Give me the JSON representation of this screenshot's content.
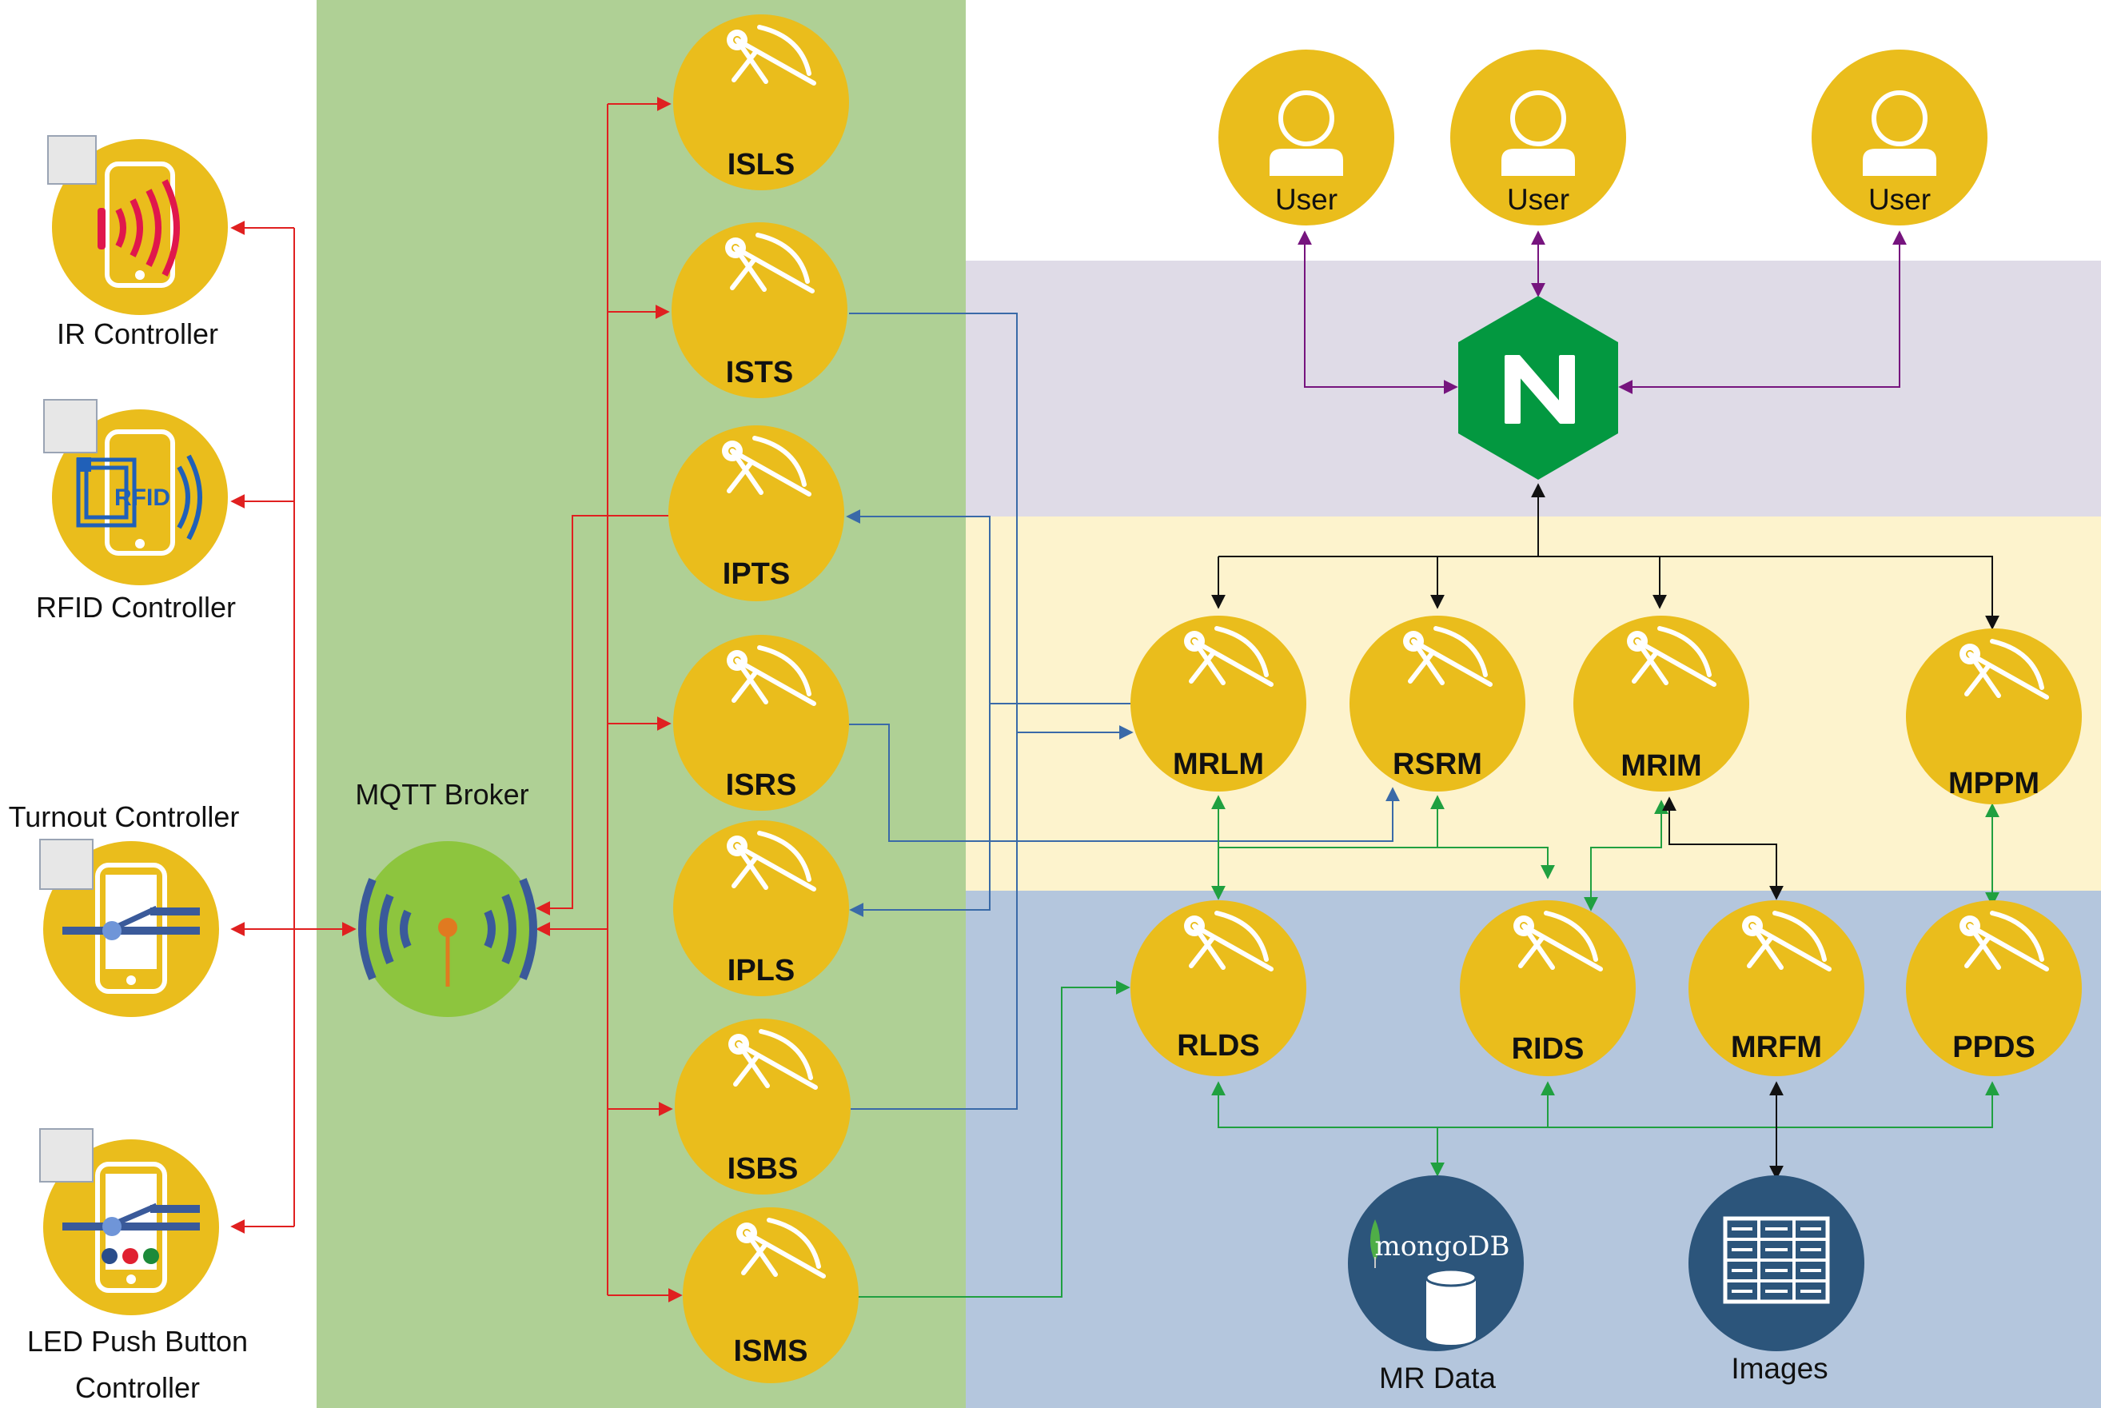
{
  "colors": {
    "green_zone": "#afd095",
    "gray_zone": "#dfdbe7",
    "yellow_zone": "#fdf3cd",
    "blue_zone": "#b4c6dd",
    "node": "#eabd1c",
    "nginx": "#039840",
    "db": "#2c557b",
    "mqtt": "#8dc53e",
    "red": "#e02020",
    "blue": "#3a6aa8",
    "green": "#20a040",
    "purple": "#76147e",
    "black": "#111111"
  },
  "devices": {
    "ir": {
      "label": "IR Controller",
      "icon": "ir-phone-icon"
    },
    "rfid": {
      "label": "RFID Controller",
      "icon": "rfid-phone-icon"
    },
    "turnout": {
      "label": "Turnout Controller",
      "icon": "turnout-phone-icon"
    },
    "led": {
      "label_line1": "LED Push Button",
      "label_line2": "Controller",
      "icon": "led-button-phone-icon"
    }
  },
  "broker": {
    "label": "MQTT Broker",
    "icon": "mqtt-broadcast-icon"
  },
  "iot_services": {
    "isls": "ISLS",
    "ists": "ISTS",
    "ipts": "IPTS",
    "isrs": "ISRS",
    "ipls": "IPLS",
    "isbs": "ISBS",
    "isms": "ISMS"
  },
  "users": [
    "User",
    "User",
    "User"
  ],
  "gateway": {
    "letter": "N",
    "icon": "nginx-icon"
  },
  "microservices": {
    "mrlm": "MRLM",
    "rsrm": "RSRM",
    "mrim": "MRIM",
    "mppm": "MPPM",
    "rlds": "RLDS",
    "rids": "RIDS",
    "mrfm": "MRFM",
    "ppds": "PPDS"
  },
  "stores": {
    "mongo": {
      "logo_text": "mongoDB",
      "label": "MR Data"
    },
    "images": {
      "label": "Images"
    }
  }
}
